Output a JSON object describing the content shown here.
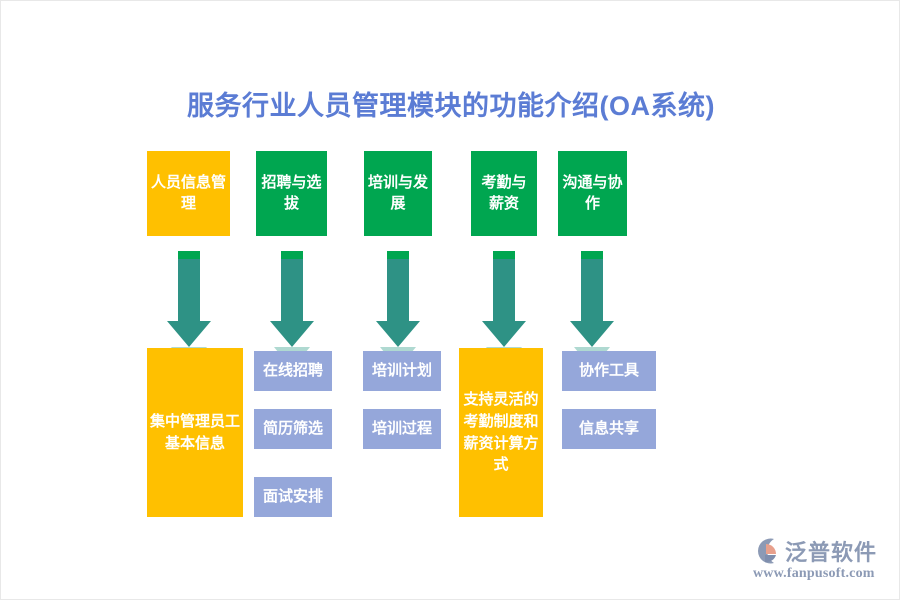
{
  "page": {
    "title": "服务行业人员管理模块的功能介绍(OA系统)",
    "background_color": "#ffffff",
    "title_color": "#5b7cd4"
  },
  "palette": {
    "amber": "#ffc000",
    "green": "#00a650",
    "periwinkle": "#95a7da",
    "arrow_teal": "#2e9285",
    "arrow_cap_green": "#00a650"
  },
  "columns": [
    {
      "id": "personnel-info",
      "top_label": "人员信息管理",
      "top_color": "amber",
      "arrow": "down-arrow",
      "items": [
        {
          "label": "集中管理员工基本信息",
          "color": "amber"
        }
      ]
    },
    {
      "id": "recruitment",
      "top_label": "招聘与选拔",
      "top_color": "green",
      "arrow": "down-arrow",
      "items": [
        {
          "label": "在线招聘",
          "color": "periwinkle"
        },
        {
          "label": "简历筛选",
          "color": "periwinkle"
        },
        {
          "label": "面试安排",
          "color": "periwinkle"
        }
      ]
    },
    {
      "id": "training",
      "top_label": "培训与发展",
      "top_color": "green",
      "arrow": "down-arrow",
      "items": [
        {
          "label": "培训计划",
          "color": "periwinkle"
        },
        {
          "label": "培训过程",
          "color": "periwinkle"
        }
      ]
    },
    {
      "id": "attendance-salary",
      "top_label": "考勤与薪资",
      "top_color": "green",
      "arrow": "down-arrow",
      "items": [
        {
          "label": "支持灵活的考勤制度和薪资计算方式",
          "color": "amber"
        }
      ]
    },
    {
      "id": "communication",
      "top_label": "沟通与协作",
      "top_color": "green",
      "arrow": "down-arrow",
      "items": [
        {
          "label": "协作工具",
          "color": "periwinkle"
        },
        {
          "label": "信息共享",
          "color": "periwinkle"
        }
      ]
    }
  ],
  "watermark": {
    "brand": "泛普软件",
    "url": "www.fanpusoft.com",
    "mark_icon": "fanpu-swoosh-logo-icon"
  }
}
